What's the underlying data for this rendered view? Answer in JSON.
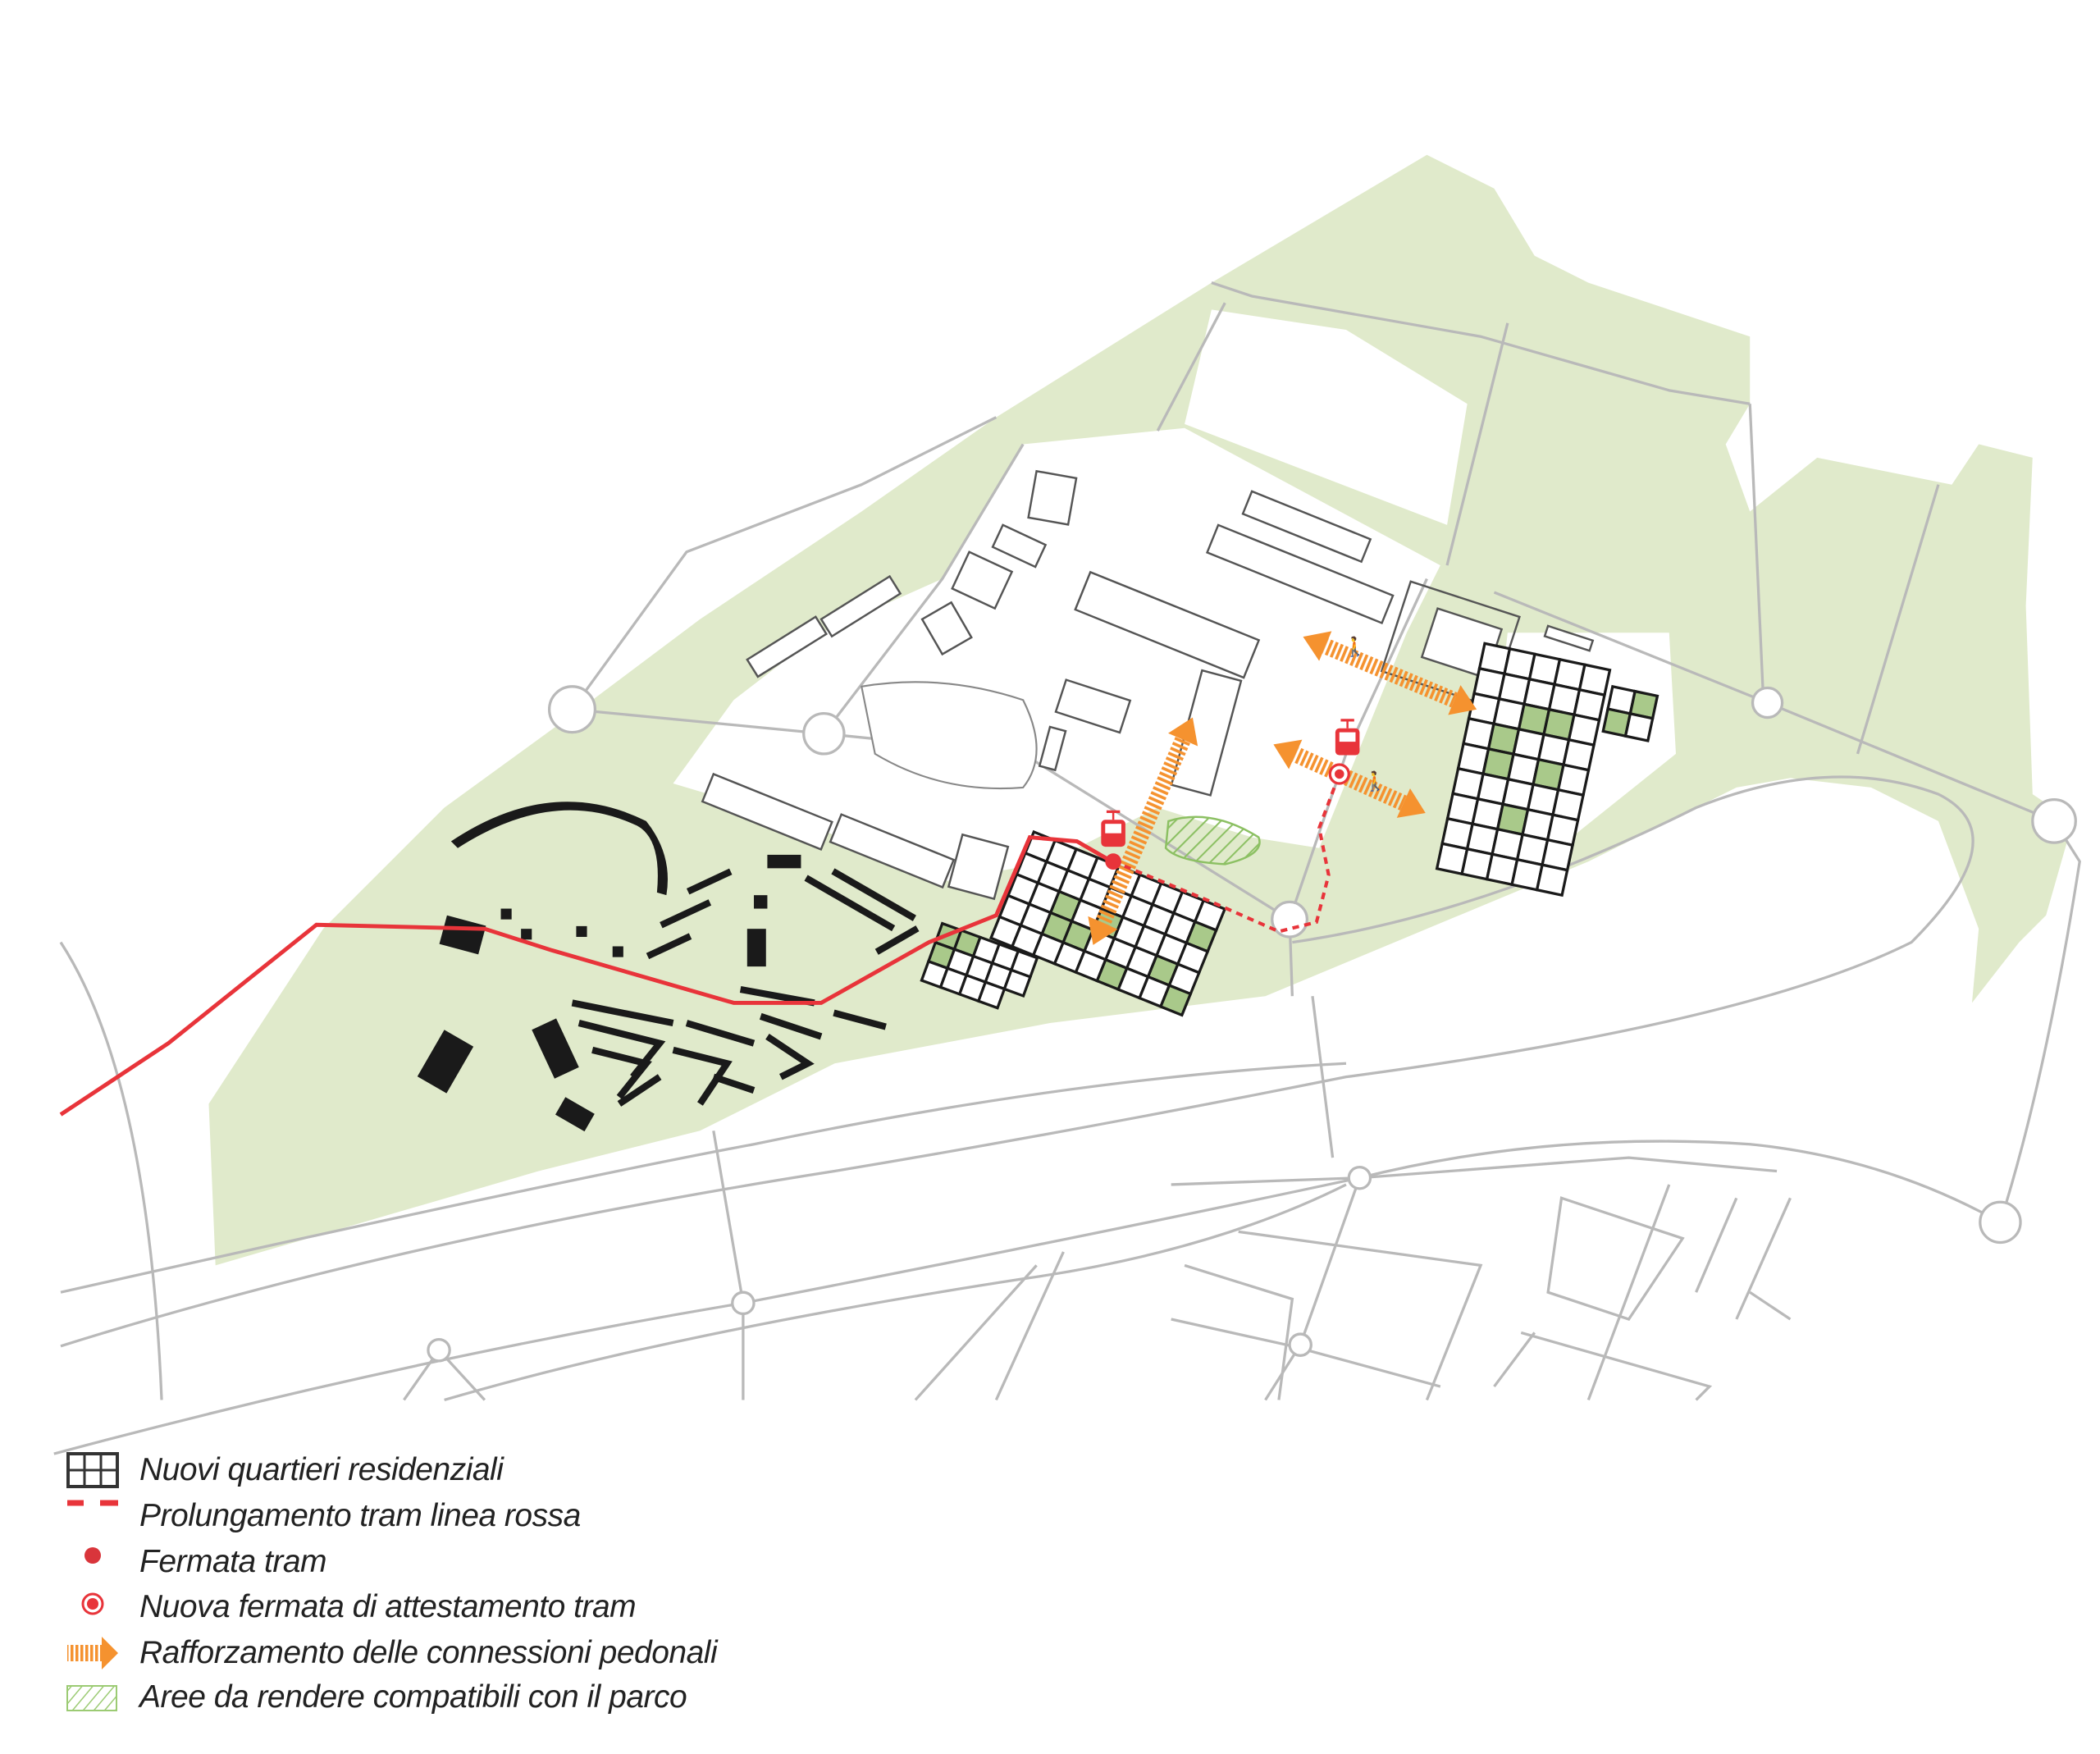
{
  "colors": {
    "park": "#e0eacb",
    "park_dark": "#a9c98a",
    "road": "#b9b9b9",
    "tram": "#e8343a",
    "pedestrian": "#f5922f",
    "building": "#1a1a1a",
    "hatch": "#8cc063"
  },
  "legend": [
    {
      "icon": "grid-icon",
      "label": "Nuovi quartieri residenziali"
    },
    {
      "icon": "dashed-red-line-icon",
      "label": "Prolungamento tram linea rossa"
    },
    {
      "icon": "red-dot-icon",
      "label": "Fermata tram"
    },
    {
      "icon": "red-target-dot-icon",
      "label": "Nuova fermata di attestamento tram"
    },
    {
      "icon": "orange-arrow-icon",
      "label": "Rafforzamento delle connessioni pedonali"
    },
    {
      "icon": "green-hatch-icon",
      "label": "Aree da rendere compatibili con il parco"
    }
  ]
}
